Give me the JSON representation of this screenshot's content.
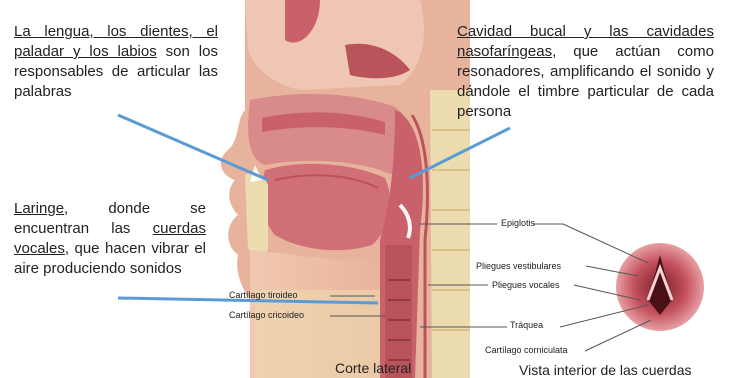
{
  "paragraphs": {
    "p1": {
      "ul1": "La lengua, los dientes, el",
      "ul2": "paladar y los labios",
      "rest": " son los responsables de articular las palabras"
    },
    "p2": {
      "ul1": "Cavidad bucal y las cavidades",
      "ul2": "nasofaríngeas",
      "rest": ", que actúan como resonadores, amplificando el sonido y dándole el timbre particular de cada persona"
    },
    "p3": {
      "ul1": "Laringe",
      "mid": ", donde se encuentran las ",
      "ul2": "cuerdas vocales",
      "rest": ", que hacen vibrar el aire produciendo sonidos"
    }
  },
  "labels": {
    "epiglotis": "Epiglotis",
    "pliegues_vestibulares": "Pliegues vestibulares",
    "pliegues_vocales": "Pliegues vocales",
    "traquea": "Tráquea",
    "cartilago_corniculata": "Cartílago corniculata",
    "cartilago_tiroideo": "Cartílago tiroideo",
    "cartilago_cricoideo": "Cartílago cricoideo"
  },
  "captions": {
    "corte_lateral": "Corte lateral",
    "vista_interior": "Vista interior de las cuerdas"
  },
  "colors": {
    "pointer": "#5b9bd5",
    "tissue": "#d98a8a",
    "tissue_dark": "#b8545a",
    "cavity": "#c9616a",
    "bone": "#ecdcb0",
    "skin": "#f2c7b2"
  }
}
